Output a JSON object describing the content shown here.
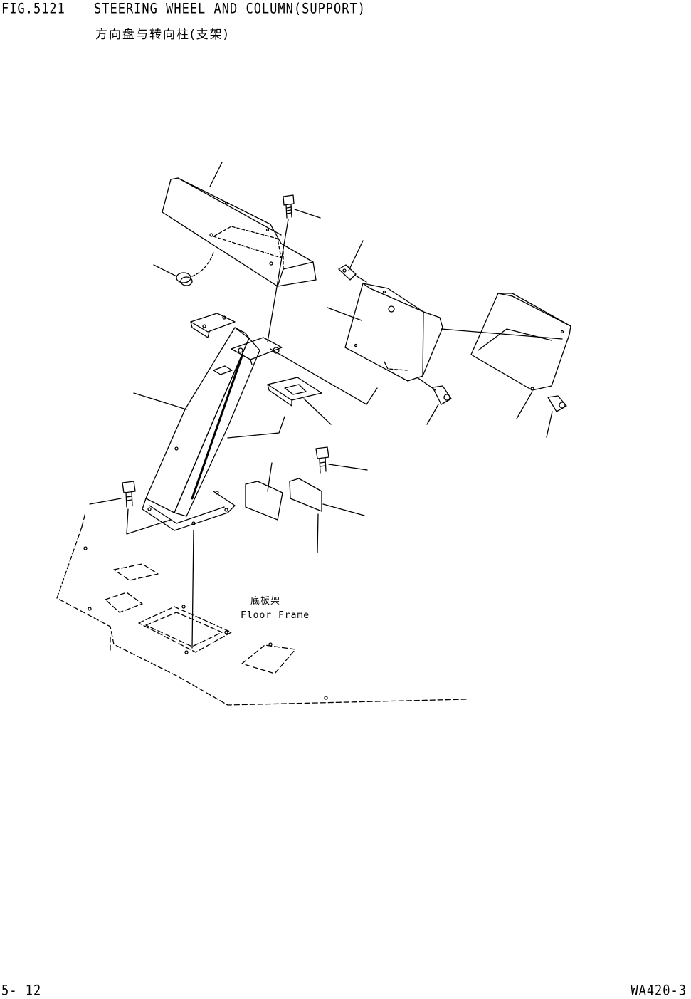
{
  "header": {
    "fig_number": "FIG.5121",
    "title_en": "STEERING WHEEL AND COLUMN(SUPPORT)",
    "title_cn": "方向盘与转向柱(支架)"
  },
  "diagram": {
    "floor_frame_label_cn": "底板架",
    "floor_frame_label_en": "Floor Frame"
  },
  "footer": {
    "page_number": "5- 12",
    "model_code": "WA420-3"
  },
  "colors": {
    "line": "#000000",
    "background": "#ffffff"
  }
}
